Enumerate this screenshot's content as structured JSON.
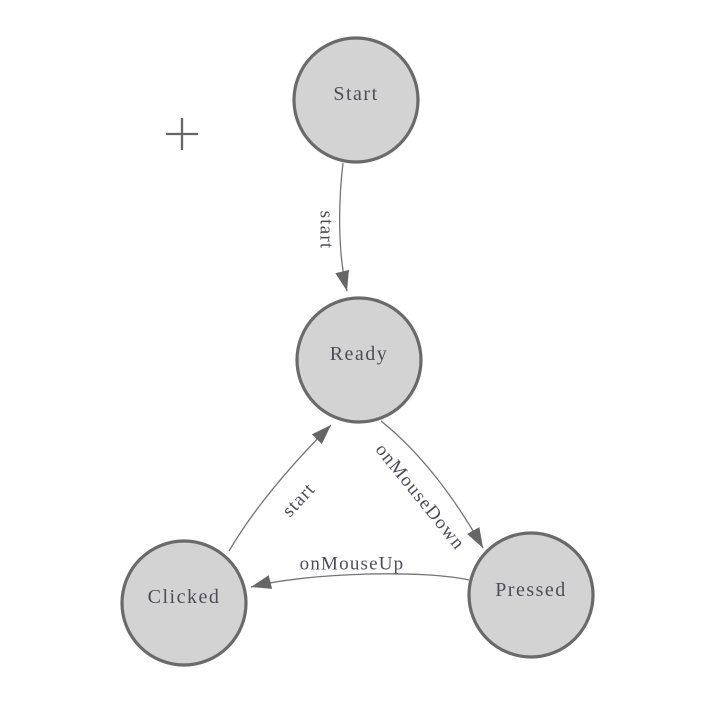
{
  "diagram": {
    "type": "state-machine-graph",
    "style": {
      "background": "#ffffff",
      "node_fill": "#d3d3d3",
      "node_stroke": "#6a6a6a",
      "edge_color": "#757575",
      "arrow_color": "#666666",
      "label_color": "#4d4d58",
      "crosshair_color": "#666666"
    },
    "nodes": [
      {
        "id": "start",
        "label": "Start"
      },
      {
        "id": "ready",
        "label": "Ready"
      },
      {
        "id": "clicked",
        "label": "Clicked"
      },
      {
        "id": "pressed",
        "label": "Pressed"
      }
    ],
    "edges": [
      {
        "from": "start",
        "to": "ready",
        "label": "start"
      },
      {
        "from": "ready",
        "to": "pressed",
        "label": "onMouseDown"
      },
      {
        "from": "pressed",
        "to": "clicked",
        "label": "onMouseUp"
      },
      {
        "from": "clicked",
        "to": "ready",
        "label": "start"
      }
    ],
    "cursor": {
      "icon": "plus-crosshair-icon"
    }
  }
}
